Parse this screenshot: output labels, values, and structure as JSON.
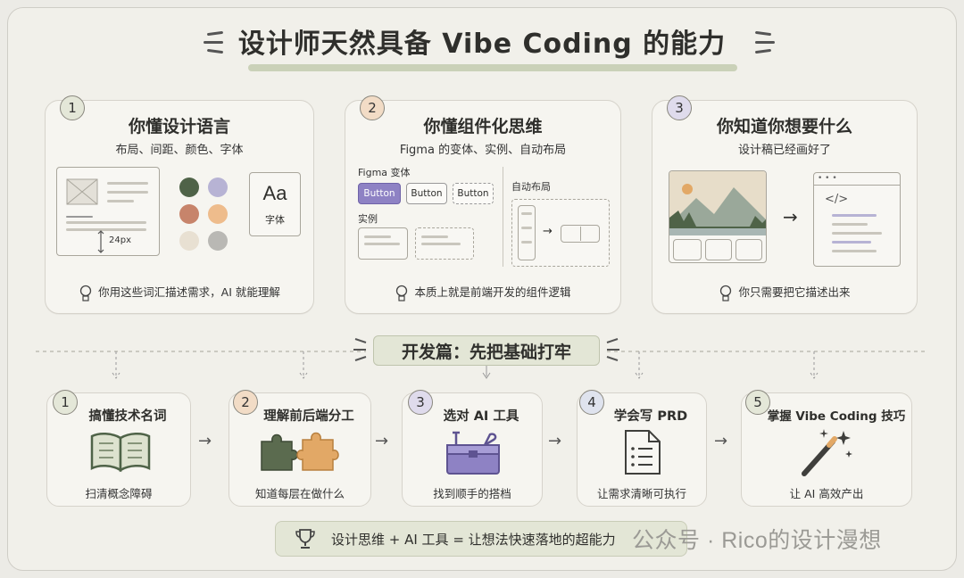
{
  "title": "设计师天然具备 Vibe Coding 的能力",
  "cards": [
    {
      "num": "1",
      "title": "你懂设计语言",
      "subtitle": "布局、间距、颜色、字体",
      "spacing_label": "24px",
      "font_sample": "Aa",
      "font_label": "字体",
      "swatches": [
        "#4f6348",
        "#b7b3d4",
        "#c7846b",
        "#eebc8c",
        "#e8e0d2",
        "#b9b8b4"
      ],
      "tip": "你用这些词汇描述需求，AI 就能理解"
    },
    {
      "num": "2",
      "title": "你懂组件化思维",
      "subtitle": "Figma 的变体、实例、自动布局",
      "variants_label": "Figma 变体",
      "buttons": [
        "Button",
        "Button",
        "Button"
      ],
      "instance_label": "实例",
      "autolayout_label": "自动布局",
      "tip": "本质上就是前端开发的组件逻辑"
    },
    {
      "num": "3",
      "title": "你知道你想要什么",
      "subtitle": "设计稿已经画好了",
      "code_symbol": "</>",
      "tip": "你只需要把它描述出来"
    }
  ],
  "banner": "开发篇：先把基础打牢",
  "steps": [
    {
      "num": "1",
      "title": "搞懂技术名词",
      "sub": "扫清概念障碍",
      "icon": "book-icon",
      "num_bg": "#e4e7d8"
    },
    {
      "num": "2",
      "title": "理解前后端分工",
      "sub": "知道每层在做什么",
      "icon": "puzzle-icon",
      "num_bg": "#f2dcc6"
    },
    {
      "num": "3",
      "title": "选对 AI 工具",
      "sub": "找到顺手的搭档",
      "icon": "toolbox-icon",
      "num_bg": "#dfdbec"
    },
    {
      "num": "4",
      "title": "学会写 PRD",
      "sub": "让需求清晰可执行",
      "icon": "document-icon",
      "num_bg": "#dfe3ee"
    },
    {
      "num": "5",
      "title": "掌握 Vibe Coding 技巧",
      "sub": "让 AI 高效产出",
      "icon": "magic-wand-icon",
      "num_bg": "#e4e7d8"
    }
  ],
  "bottom": "设计思维 + AI 工具 = 让想法快速落地的超能力",
  "watermark": "公众号 · Rico的设计漫想",
  "colors": {
    "accent_green": "#e3e6d6",
    "purple": "#8e82c4",
    "orange": "#e2a866",
    "dark_green": "#5b6b4f"
  }
}
